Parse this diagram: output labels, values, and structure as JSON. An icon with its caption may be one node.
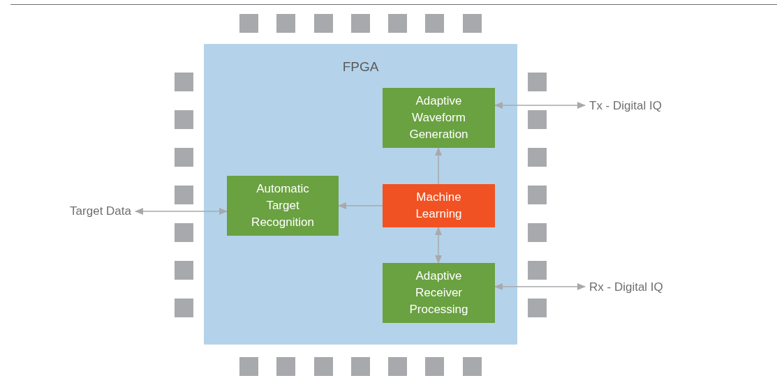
{
  "diagram": {
    "nodes": [
      {
        "text": [
          "FPGA"
        ]
      },
      {
        "text": [
          "Adaptive Waveform Generation"
        ],
        "in": 0
      },
      {
        "text": [
          "Automatic Target Recognition"
        ],
        "in": 0
      },
      {
        "text": [
          "Machine Learning"
        ],
        "in": 0
      },
      {
        "text": [
          "Adaptive Receiver Processing"
        ],
        "in": 0
      },
      {
        "text": [
          "Tx - Digital IQ"
        ]
      },
      {
        "text": [
          "Target Data"
        ]
      },
      {
        "text": [
          "Rx - Digital IQ"
        ]
      }
    ],
    "edges": [
      {
        "from": 1,
        "to": 5,
        "arrow": "both"
      },
      {
        "from": 3,
        "to": 1,
        "arrow": "to"
      },
      {
        "from": 3,
        "to": 2,
        "arrow": "to"
      },
      {
        "from": 3,
        "to": 4,
        "arrow": "both"
      },
      {
        "from": 6,
        "to": 2,
        "arrow": "both"
      },
      {
        "from": 4,
        "to": 7,
        "arrow": "both"
      }
    ]
  }
}
